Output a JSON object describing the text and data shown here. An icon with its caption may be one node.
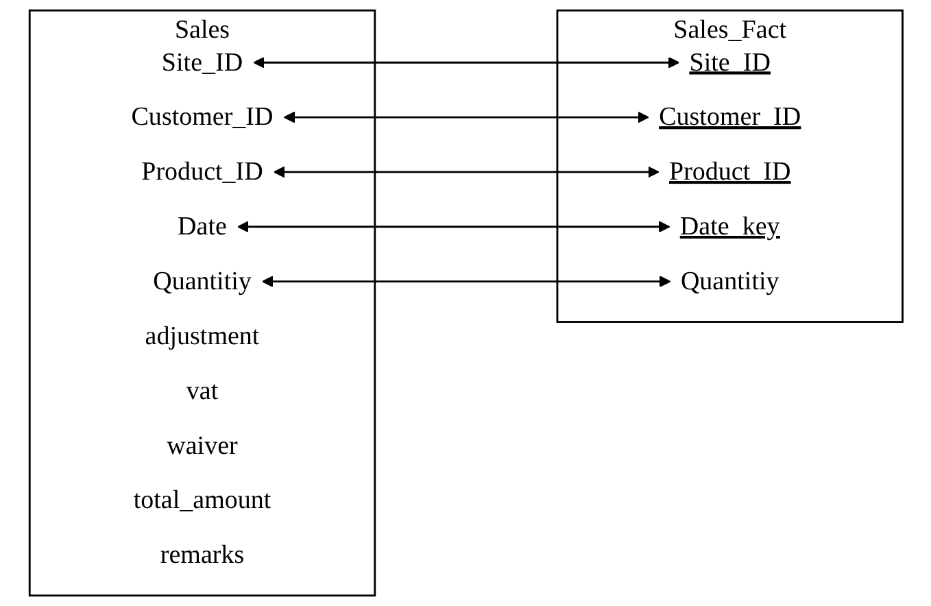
{
  "diagram": {
    "nodes": [
      {
        "text": [
          "Sales"
        ]
      },
      {
        "text": [
          "Site_ID"
        ],
        "in": 0
      },
      {
        "text": [
          "Customer_ID"
        ],
        "in": 0
      },
      {
        "text": [
          "Product_ID"
        ],
        "in": 0
      },
      {
        "text": [
          "Date"
        ],
        "in": 0
      },
      {
        "text": [
          "Quantitiy"
        ],
        "in": 0
      },
      {
        "text": [
          "adjustment"
        ],
        "in": 0
      },
      {
        "text": [
          "vat"
        ],
        "in": 0
      },
      {
        "text": [
          "waiver"
        ],
        "in": 0
      },
      {
        "text": [
          "total_amount"
        ],
        "in": 0
      },
      {
        "text": [
          "remarks"
        ],
        "in": 0
      },
      {
        "text": [
          "Sales_Fact"
        ]
      },
      {
        "text": [
          "Site_ID"
        ],
        "in": 11
      },
      {
        "text": [
          "Customer_ID"
        ],
        "in": 11
      },
      {
        "text": [
          "Product_ID"
        ],
        "in": 11
      },
      {
        "text": [
          "Date_key"
        ],
        "in": 11
      },
      {
        "text": [
          "Quantitiy"
        ],
        "in": 11
      }
    ],
    "edges": [
      {
        "from": 1,
        "to": 12,
        "arrow": "both"
      },
      {
        "from": 2,
        "to": 13,
        "arrow": "both"
      },
      {
        "from": 3,
        "to": 14,
        "arrow": "both"
      },
      {
        "from": 4,
        "to": 15,
        "arrow": "both"
      },
      {
        "from": 5,
        "to": 16,
        "arrow": "both"
      }
    ]
  }
}
